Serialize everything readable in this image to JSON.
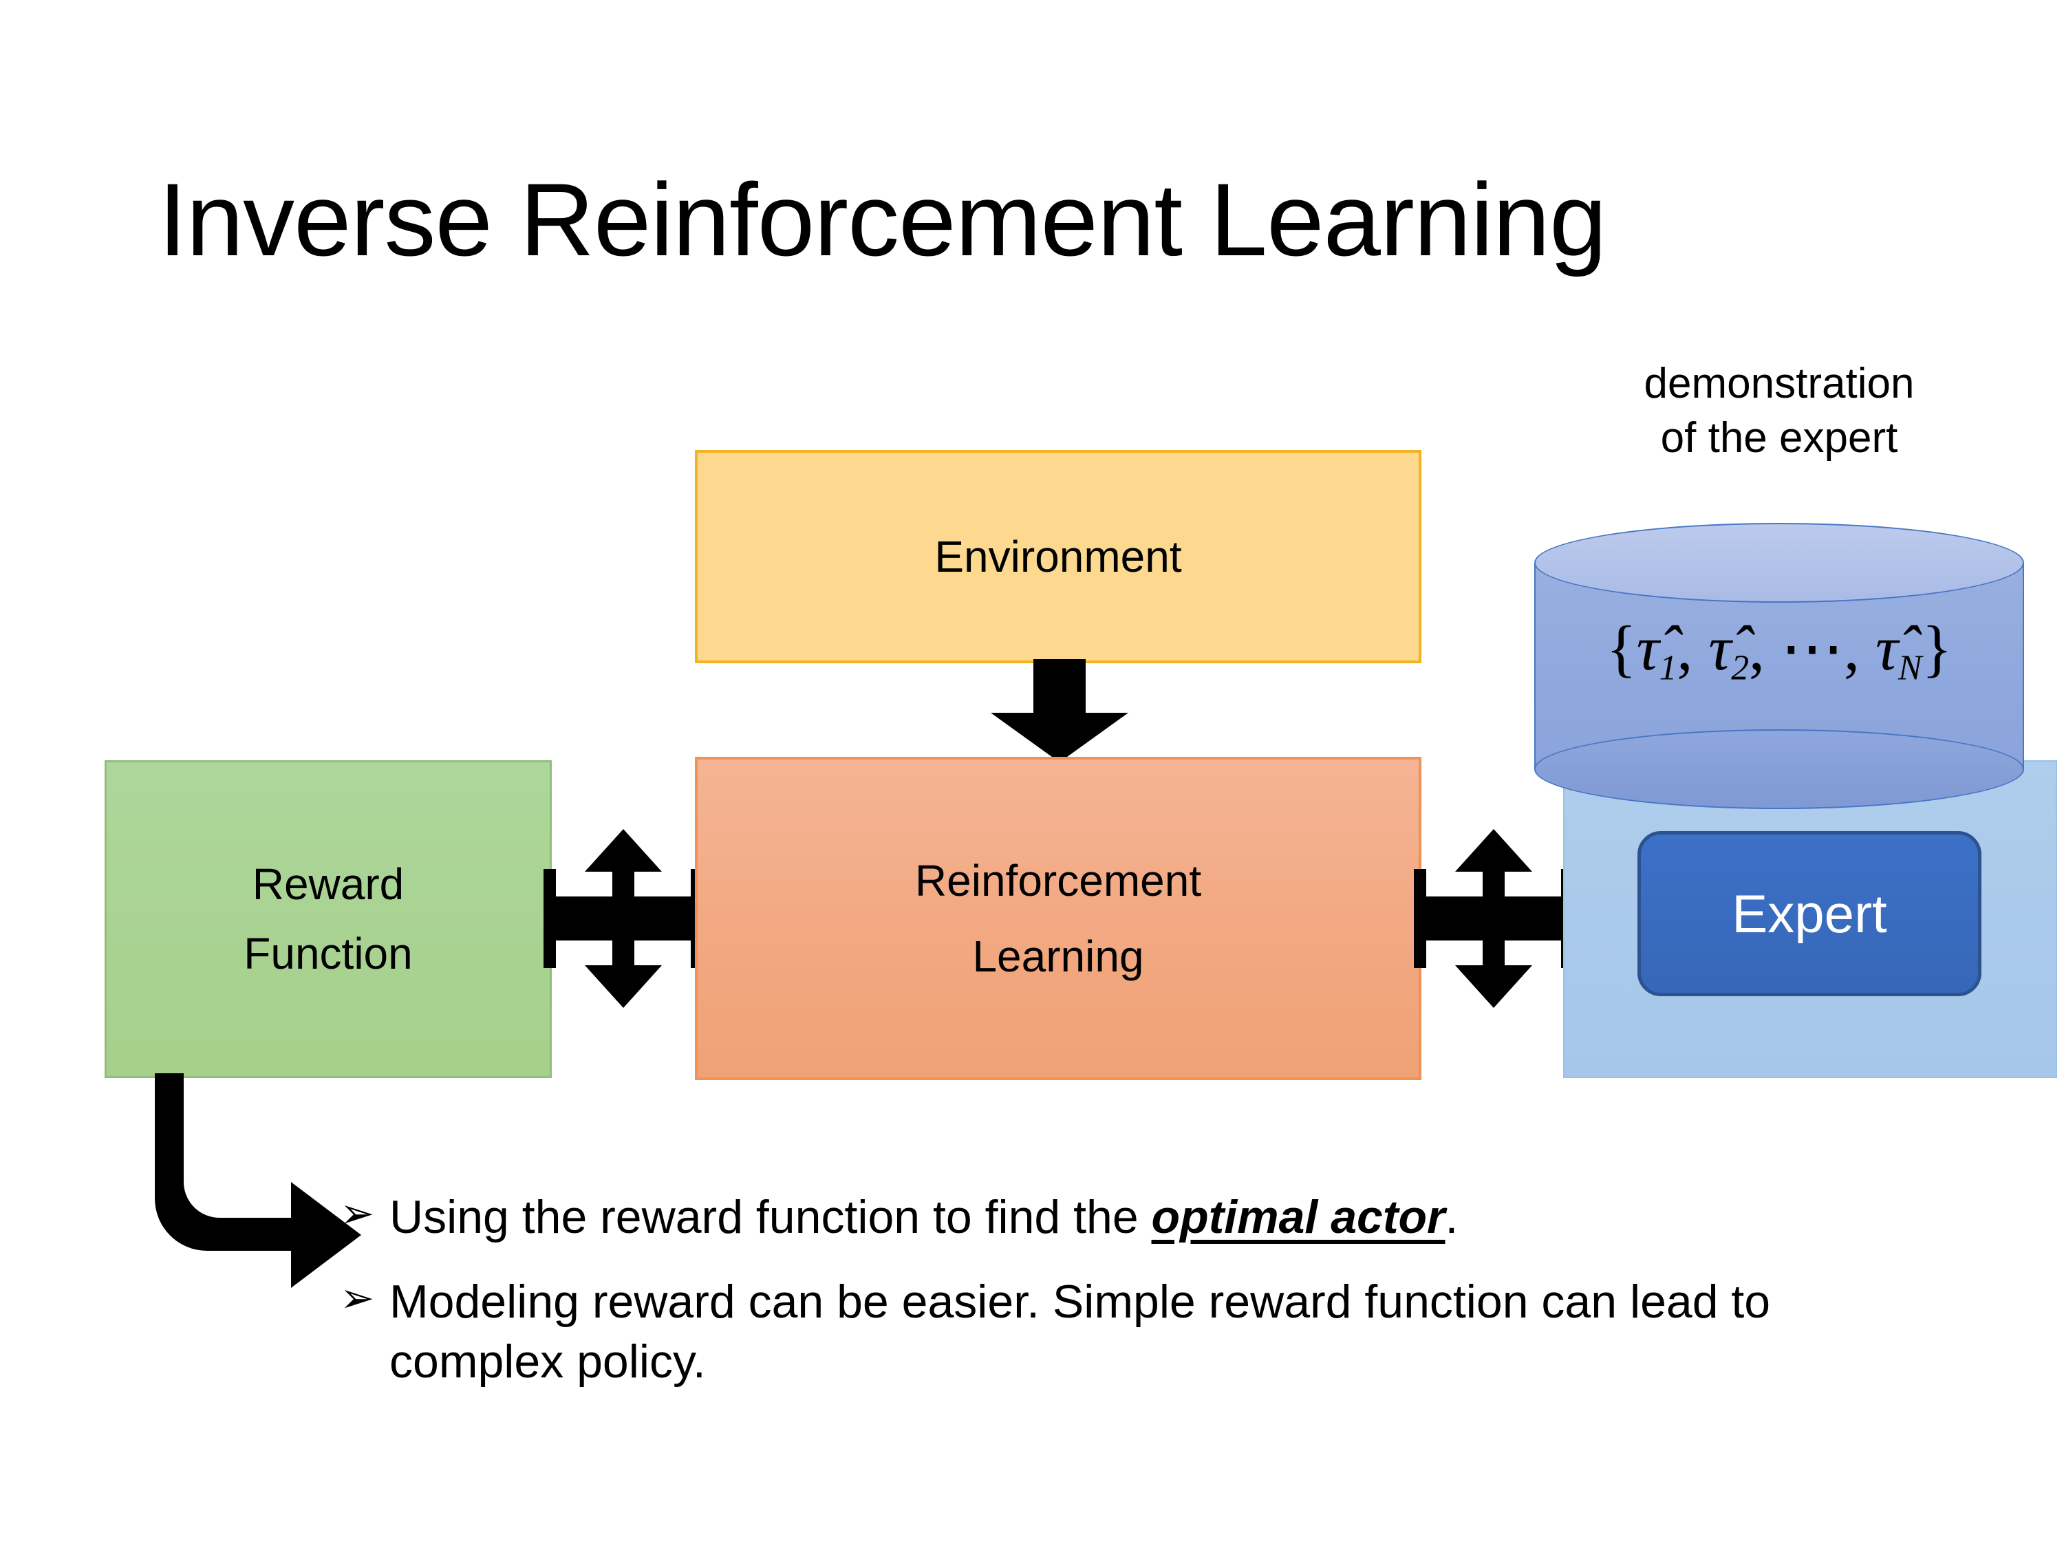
{
  "slide": {
    "title": "Inverse Reinforcement Learning",
    "background_color": "#FFFFFF"
  },
  "diagram": {
    "environment_box": {
      "label": "Environment",
      "fill_color": "#FCD98F",
      "border_color": "#F2B323"
    },
    "reinforcement_learning_box": {
      "label_line1": "Reinforcement",
      "label_line2": "Learning",
      "fill_color": "#F2A881",
      "border_color": "#ED9356"
    },
    "reward_function_box": {
      "label_line1": "Reward",
      "label_line2": "Function",
      "fill_color": "#A9D18E",
      "border_color": "#8FBF78"
    },
    "expert_panel": {
      "caption_line1": "demonstration",
      "caption_line2": "of the expert",
      "panel_fill_color": "#A6C7EA",
      "cylinder_fill_color": "#8EA7DD",
      "cylinder_border_color": "#4775C4",
      "trajectory_set": {
        "open_brace": "{",
        "item1": "τ̂1",
        "item2": "τ̂2",
        "ellipsis": "⋯",
        "itemN": "τ̂N",
        "close_brace": "}",
        "full_text": "{τ̂1, τ̂2, ⋯, τ̂N}"
      },
      "expert_chip": {
        "label": "Expert",
        "fill_color": "#3667B8",
        "border_color": "#2C538F",
        "text_color": "#FFFFFF"
      }
    },
    "connectors": [
      {
        "name": "environment-to-rl-down-arrow",
        "icon": "down-arrow-icon",
        "color": "#000000"
      },
      {
        "name": "reward-to-rl-quad-arrow",
        "icon": "quad-arrow-icon",
        "color": "#000000"
      },
      {
        "name": "rl-to-expert-quad-arrow",
        "icon": "quad-arrow-icon",
        "color": "#000000"
      },
      {
        "name": "reward-to-bullets-bent-arrow",
        "icon": "bent-arrow-icon",
        "color": "#000000"
      }
    ]
  },
  "bullets": [
    {
      "marker": "➢",
      "text_before": "Using the reward function to find the ",
      "emphasis": "optimal actor",
      "text_after": "."
    },
    {
      "marker": "➢",
      "text_before": "Modeling reward can be easier. Simple reward function can lead to complex policy.",
      "emphasis": "",
      "text_after": ""
    }
  ]
}
